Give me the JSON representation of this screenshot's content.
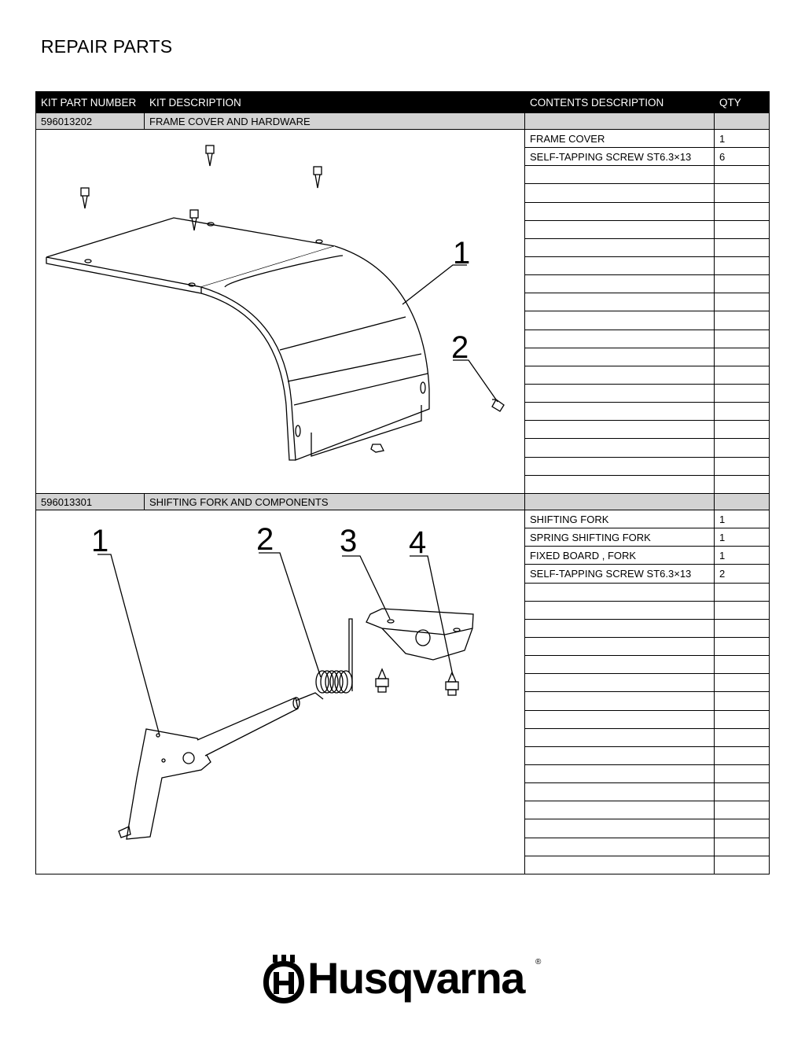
{
  "page": {
    "title": "REPAIR PARTS"
  },
  "table": {
    "headers": {
      "kit_part_number": "KIT PART NUMBER",
      "kit_description": "KIT DESCRIPTION",
      "contents_description": "CONTENTS DESCRIPTION",
      "qty": "QTY"
    }
  },
  "kits": [
    {
      "part_number": "596013202",
      "description": "FRAME COVER AND HARDWARE",
      "callouts": [
        "1",
        "2"
      ],
      "contents": [
        {
          "description": "FRAME COVER",
          "qty": "1"
        },
        {
          "description": "SELF-TAPPING SCREW ST6.3×13",
          "qty": "6"
        }
      ]
    },
    {
      "part_number": "596013301",
      "description": "SHIFTING FORK AND COMPONENTS",
      "callouts": [
        "1",
        "2",
        "3",
        "4"
      ],
      "contents": [
        {
          "description": "SHIFTING FORK",
          "qty": "1"
        },
        {
          "description": "SPRING SHIFTING FORK",
          "qty": "1"
        },
        {
          "description": "FIXED BOARD , FORK",
          "qty": "1"
        },
        {
          "description": "SELF-TAPPING SCREW ST6.3×13",
          "qty": "2"
        }
      ]
    }
  ],
  "brand": {
    "name": "Husqvarna",
    "registered": "®",
    "logo_icon": "husqvarna-crown-logo"
  }
}
